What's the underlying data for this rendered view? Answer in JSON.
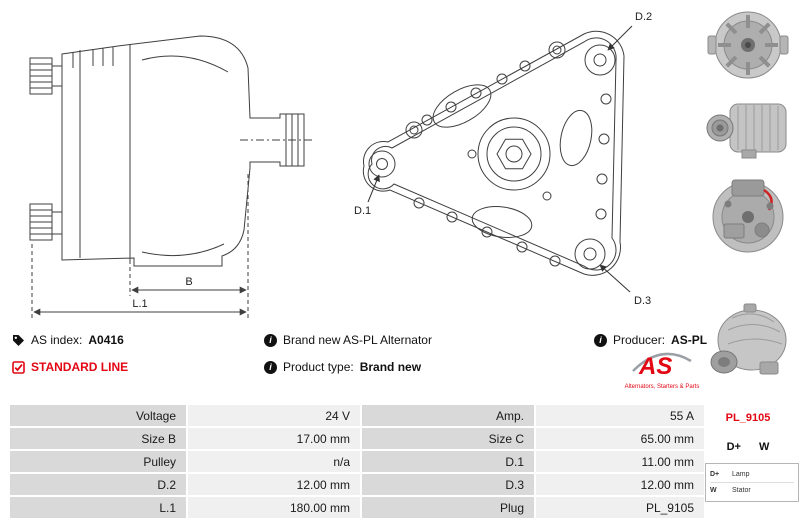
{
  "colors": {
    "brand_red": "#e30613",
    "drawing_line": "#3f3f3f",
    "table_label_bg": "#d9d9d9",
    "table_value_bg": "#f0f0f0"
  },
  "icons": {
    "info_glyph": "i"
  },
  "drawings": {
    "side_view": {
      "dim_b": "B",
      "dim_l1": "L.1"
    },
    "face_view": {
      "d1": "D.1",
      "d2": "D.2",
      "d3": "D.3"
    }
  },
  "info": {
    "as_index_label": "AS index:",
    "as_index_value": "A0416",
    "standard_line": "STANDARD LINE",
    "brand_new": "Brand new AS-PL Alternator",
    "product_type_label": "Product type:",
    "product_type_value": "Brand new",
    "producer_label": "Producer:",
    "producer_value": "AS-PL",
    "logo_text": "AS",
    "logo_tagline": "Alternators, Starters & Parts"
  },
  "spec_table": {
    "rows": [
      {
        "label1": "Voltage",
        "value1": "24 V",
        "label2": "Amp.",
        "value2": "55 A"
      },
      {
        "label1": "Size B",
        "value1": "17.00 mm",
        "label2": "Size C",
        "value2": "65.00 mm"
      },
      {
        "label1": "Pulley",
        "value1": "n/a",
        "label2": "D.1",
        "value2": "11.00 mm"
      },
      {
        "label1": "D.2",
        "value1": "12.00 mm",
        "label2": "D.3",
        "value2": "12.00 mm"
      },
      {
        "label1": "L.1",
        "value1": "180.00 mm",
        "label2": "Plug",
        "value2": "PL_9105"
      }
    ]
  },
  "plug": {
    "code": "PL_9105"
  },
  "terminals": {
    "dplus": "D+",
    "w": "W",
    "legend": [
      {
        "t": "D+",
        "d": "Lamp"
      },
      {
        "t": "W",
        "d": "Stator"
      }
    ]
  }
}
